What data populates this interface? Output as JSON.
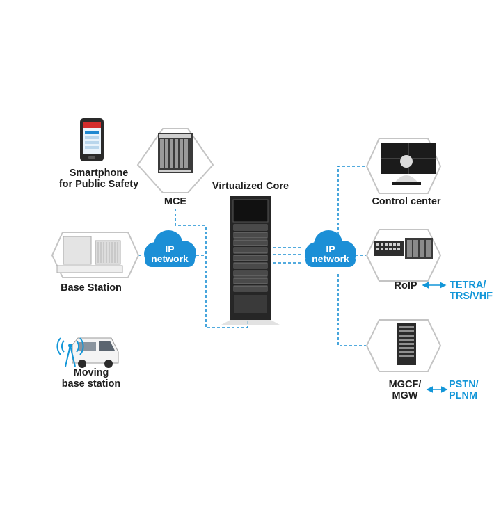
{
  "colors": {
    "accent_blue": "#1296d8",
    "cloud_blue": "#1c8fd6",
    "hexagon_stroke": "#c4c4c4",
    "label_text": "#1e1e1e",
    "rack_dark": "#262626"
  },
  "nodes": {
    "smartphone": {
      "line1": "Smartphone",
      "line2": "for Public Safety",
      "icon": "smartphone-icon"
    },
    "mce": {
      "label": "MCE",
      "icon": "mce-chassis-icon"
    },
    "core": {
      "label": "Virtualized Core",
      "icon": "server-rack-icon"
    },
    "base_station": {
      "label": "Base Station",
      "icon": "base-station-icon"
    },
    "moving_base_station": {
      "line1": "Moving",
      "line2": "base station",
      "icon": "van-antenna-icon"
    },
    "control_center": {
      "label": "Control center",
      "icon": "operator-monitors-icon"
    },
    "roip": {
      "label": "RoIP",
      "icon": "roip-rack-icon"
    },
    "mgcf": {
      "line1": "MGCF/",
      "line2": "MGW",
      "icon": "mgcf-server-icon"
    }
  },
  "clouds": {
    "left": {
      "line1": "IP",
      "line2": "network"
    },
    "right": {
      "line1": "IP",
      "line2": "network"
    }
  },
  "external": {
    "tetra": {
      "line1": "TETRA/",
      "line2": "TRS/VHF"
    },
    "pstn": {
      "line1": "PSTN/",
      "line2": "PLNM"
    }
  }
}
